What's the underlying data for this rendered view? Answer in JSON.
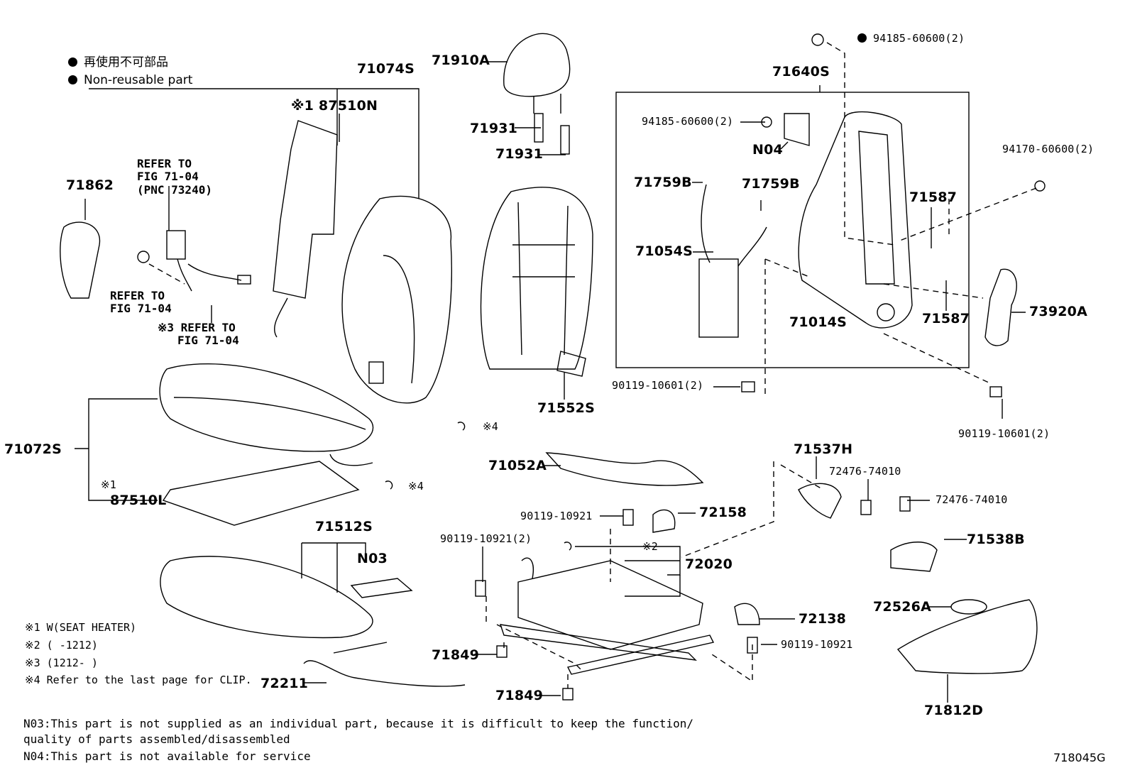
{
  "legend": {
    "jp": "再使用不可部品",
    "en": "Non-reusable part"
  },
  "parts": {
    "p71074S": "71074S",
    "p71910A": "71910A",
    "p87510N": "※1 87510N",
    "p71931a": "71931",
    "p71931b": "71931",
    "p71640S": "71640S",
    "p94185top": "94185-60600(2)",
    "p94185mid": "94185-60600(2)",
    "pN04": "N04",
    "p94170": "94170-60600(2)",
    "p71862": "71862",
    "p71759Ba": "71759B",
    "p71759Bb": "71759B",
    "p71587a": "71587",
    "p71587b": "71587",
    "p71054S": "71054S",
    "p71014S": "71014S",
    "p73920A": "73920A",
    "p71552S": "71552S",
    "p90119a": "90119-10601(2)",
    "p90119b": "90119-10601(2)",
    "p71072S": "71072S",
    "p87510L": "87510L",
    "p87510Lmark": "※1",
    "p71052A": "71052A",
    "p71537H": "71537H",
    "p72476a": "72476-74010",
    "p72476b": "72476-74010",
    "p71512S": "71512S",
    "pN03": "N03",
    "p90119c": "90119-10921",
    "p72158": "72158",
    "p90119d": "90119-10921(2)",
    "p72020mark": "※2",
    "p72020": "72020",
    "p71538B": "71538B",
    "p72138": "72138",
    "p72526A": "72526A",
    "p90119e": "90119-10921",
    "p71849a": "71849",
    "p71849b": "71849",
    "p72211": "72211",
    "p71812D": "71812D",
    "clip4a": "※4",
    "clip4b": "※4"
  },
  "refs": {
    "r1": "REFER TO",
    "r1b": "FIG 71-04",
    "r1c": "(PNC 73240)",
    "r2": "REFER TO",
    "r2b": "FIG 71-04",
    "r3": "※3 REFER TO",
    "r3b": "FIG 71-04"
  },
  "notes": {
    "n1": "※1 W(SEAT HEATER)",
    "n2": "※2 (      -1212)",
    "n3": "※3 (1212-      )",
    "n4": "※4  Refer to the last page for CLIP."
  },
  "footer": {
    "f1": "N03:This part is not supplied as an individual part, because it is difficult to keep the function/",
    "f2": "    quality of parts assembled/disassembled",
    "f3": "N04:This part is not available for service"
  },
  "figure_id": "718045G"
}
